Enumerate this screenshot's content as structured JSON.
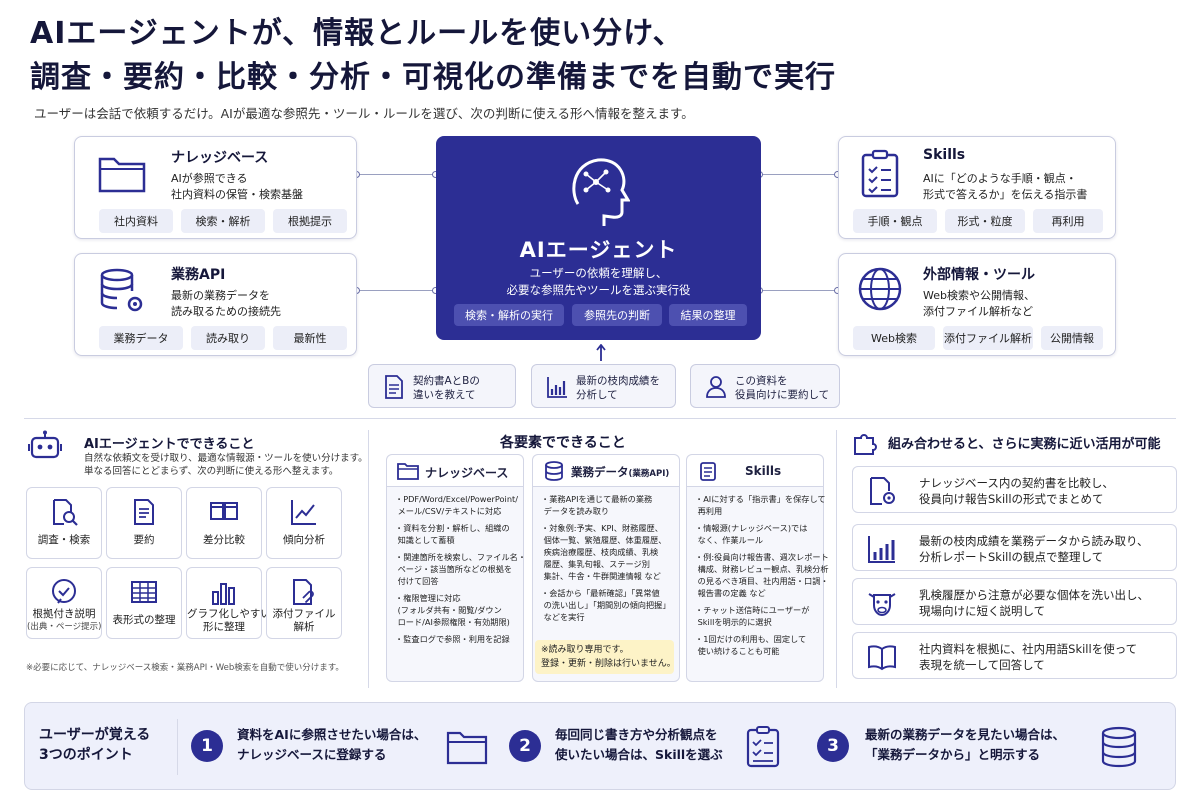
{
  "header": {
    "title_line1": "AIエージェントが、情報とルールを使い分け、",
    "title_line2": "調査・要約・比較・分析・可視化の準備までを自動で実行",
    "subtitle": "ユーザーは会話で依頼するだけ。AIが最適な参照先・ツール・ルールを選び、次の判断に使える形へ情報を整えます。"
  },
  "center": {
    "title": "AIエージェント",
    "desc1": "ユーザーの依頼を理解し、",
    "desc2": "必要な参照先やツールを選ぶ実行役",
    "chips": [
      "検索・解析の実行",
      "参照先の判断",
      "結果の整理"
    ]
  },
  "knowledge": {
    "title": "ナレッジベース",
    "desc1": "AIが参照できる",
    "desc2": "社内資料の保管・検索基盤",
    "chips": [
      "社内資料",
      "検索・解析",
      "根拠提示"
    ]
  },
  "api": {
    "title": "業務API",
    "desc1": "最新の業務データを",
    "desc2": "読み取るための接続先",
    "chips": [
      "業務データ",
      "読み取り",
      "最新性"
    ]
  },
  "skills": {
    "title": "Skills",
    "desc1": "AIに「どのような手順・観点・",
    "desc2": "形式で答えるか」を伝える指示書",
    "chips": [
      "手順・観点",
      "形式・粒度",
      "再利用"
    ]
  },
  "external": {
    "title": "外部情報・ツール",
    "desc1": "Web検索や公開情報、",
    "desc2": "添付ファイル解析など",
    "chips": [
      "Web検索",
      "添付ファイル解析",
      "公開情報"
    ]
  },
  "requests": [
    {
      "line1": "契約書AとBの",
      "line2": "違いを教えて"
    },
    {
      "line1": "最新の枝肉成績を",
      "line2": "分析して"
    },
    {
      "line1": "この資料を",
      "line2": "役員向けに要約して"
    }
  ],
  "capabilities": {
    "title": "AIエージェントでできること",
    "desc1": "自然な依頼文を受け取り、最適な情報源・ツールを使い分けます。",
    "desc2": "単なる回答にとどまらず、次の判断に使える形へ整えます。",
    "tiles": [
      {
        "label": "調査・検索"
      },
      {
        "label": "要約"
      },
      {
        "label": "差分比較"
      },
      {
        "label": "傾向分析"
      },
      {
        "label": "根拠付き説明",
        "sub": "(出典・ページ提示)"
      },
      {
        "label": "表形式の整理"
      },
      {
        "label": "グラフ化しやすい",
        "label2": "形に整理"
      },
      {
        "label": "添付ファイル",
        "label2": "解析"
      }
    ],
    "note": "※必要に応じて、ナレッジベース検索・業務API・Web検索を自動で使い分けます。"
  },
  "elements": {
    "title": "各要素でできること",
    "knowledge": {
      "name": "ナレッジベース",
      "items": [
        "・PDF/Word/Excel/PowerPoint/\n メール/CSV/テキストに対応",
        "・資料を分割・解析し、組織の\n 知識として蓄積",
        "・関連箇所を検索し、ファイル名・\n ページ・該当箇所などの根拠を\n 付けて回答",
        "・権限管理に対応\n (フォルダ共有・閲覧/ダウン\n ロード/AI参照権限・有効期限)",
        "・監査ログで参照・利用を記録"
      ]
    },
    "data": {
      "name": "業務データ",
      "name_sub": "(業務API)",
      "items": [
        "・業務APIを通じて最新の業務\n データを読み取り",
        "・対象例:予実、KPI、財務履歴、\n 個体一覧、繁殖履歴、体重履歴、\n 疾病治療履歴、枝肉成績、乳検\n 履歴、集乳旬報、ステージ別\n 集計、牛舎・牛群関連情報 など",
        "・会話から「最新確認」「異常値\n の洗い出し」「期間別の傾向把握」\n などを実行"
      ],
      "note1": "※読み取り専用です。",
      "note2": "登録・更新・削除は行いません。"
    },
    "skills": {
      "name": "Skills",
      "items": [
        "・AIに対する「指示書」を保存して\n 再利用",
        "・情報源(ナレッジベース)では\n なく、作業ルール",
        "・例:役員向け報告書、週次レポート\n 構成、財務レビュー観点、乳検分析\n の見るべき項目、社内用語・口調・\n 報告書の定義 など",
        "・チャット送信時にユーザーが\n Skillを明示的に選択",
        "・1回だけの利用も、固定して\n 使い続けることも可能"
      ]
    }
  },
  "combinations": {
    "title": "組み合わせると、さらに実務に近い活用が可能",
    "items": [
      {
        "line1": "ナレッジベース内の契約書を比較し、",
        "line2": "役員向け報告Skillの形式でまとめて"
      },
      {
        "line1": "最新の枝肉成績を業務データから読み取り、",
        "line2": "分析レポートSkillの観点で整理して"
      },
      {
        "line1": "乳検履歴から注意が必要な個体を洗い出し、",
        "line2": "現場向けに短く説明して"
      },
      {
        "line1": "社内資料を根拠に、社内用語Skillを使って",
        "line2": "表現を統一して回答して"
      }
    ]
  },
  "points": {
    "heading1": "ユーザーが覚える",
    "heading2": "3つのポイント",
    "items": [
      {
        "num": "1",
        "line1": "資料をAIに参照させたい場合は、",
        "line2": "ナレッジベースに登録する"
      },
      {
        "num": "2",
        "line1": "毎回同じ書き方や分析観点を",
        "line2": "使いたい場合は、Skillを選ぶ"
      },
      {
        "num": "3",
        "line1": "最新の業務データを見たい場合は、",
        "line2": "「業務データから」と明示する"
      }
    ]
  },
  "colors": {
    "accent": "#2c2e94",
    "chip": "#eceef8",
    "note": "#fdf3c7"
  }
}
